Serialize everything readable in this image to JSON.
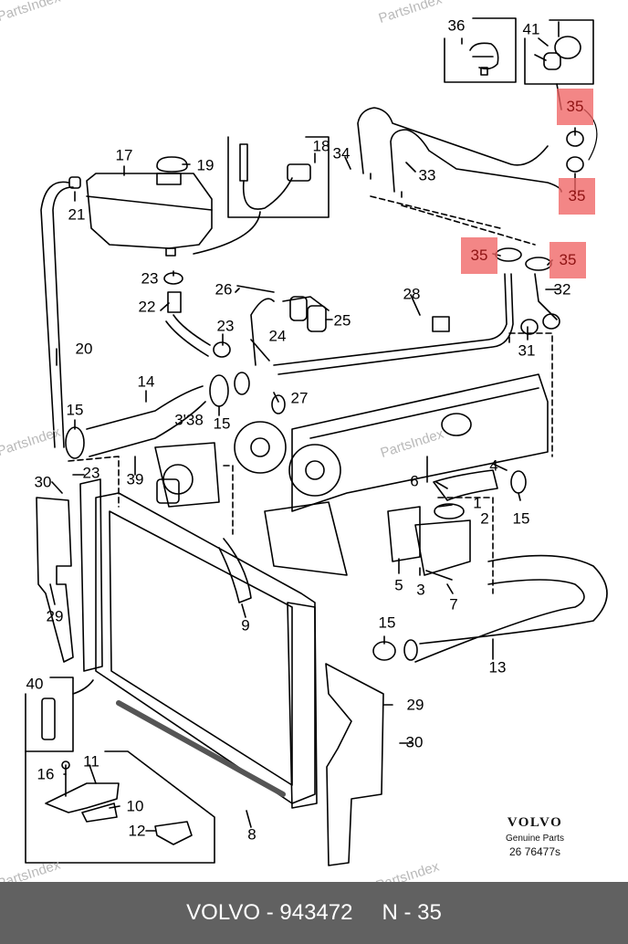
{
  "watermarks": [
    "PartsIndex",
    "PartsIndex",
    "PartsIndex",
    "PartsIndex",
    "PartsIndex",
    "PartsIndex"
  ],
  "callouts": [
    {
      "id": "36",
      "label": "36"
    },
    {
      "id": "41",
      "label": "41"
    },
    {
      "id": "18",
      "label": "18"
    },
    {
      "id": "34",
      "label": "34"
    },
    {
      "id": "17",
      "label": "17"
    },
    {
      "id": "19",
      "label": "19"
    },
    {
      "id": "21",
      "label": "21"
    },
    {
      "id": "33",
      "label": "33"
    },
    {
      "id": "23a",
      "label": "23"
    },
    {
      "id": "22",
      "label": "22"
    },
    {
      "id": "26",
      "label": "26"
    },
    {
      "id": "25",
      "label": "25"
    },
    {
      "id": "28",
      "label": "28"
    },
    {
      "id": "32",
      "label": "32"
    },
    {
      "id": "23b",
      "label": "23"
    },
    {
      "id": "24",
      "label": "24"
    },
    {
      "id": "20",
      "label": "20"
    },
    {
      "id": "31",
      "label": "31"
    },
    {
      "id": "14",
      "label": "14"
    },
    {
      "id": "27",
      "label": "27"
    },
    {
      "id": "15a",
      "label": "15"
    },
    {
      "id": "3738",
      "label": "3'38"
    },
    {
      "id": "15b",
      "label": "15"
    },
    {
      "id": "4",
      "label": "4"
    },
    {
      "id": "30a",
      "label": "30"
    },
    {
      "id": "23c",
      "label": "23"
    },
    {
      "id": "39",
      "label": "39"
    },
    {
      "id": "6",
      "label": "6"
    },
    {
      "id": "1",
      "label": "1"
    },
    {
      "id": "2",
      "label": "2"
    },
    {
      "id": "15c",
      "label": "15"
    },
    {
      "id": "5",
      "label": "5"
    },
    {
      "id": "3",
      "label": "3"
    },
    {
      "id": "7",
      "label": "7"
    },
    {
      "id": "29a",
      "label": "29"
    },
    {
      "id": "9",
      "label": "9"
    },
    {
      "id": "15d",
      "label": "15"
    },
    {
      "id": "13",
      "label": "13"
    },
    {
      "id": "40",
      "label": "40"
    },
    {
      "id": "29b",
      "label": "29"
    },
    {
      "id": "30b",
      "label": "30"
    },
    {
      "id": "11",
      "label": "11"
    },
    {
      "id": "16",
      "label": "16"
    },
    {
      "id": "10",
      "label": "10"
    },
    {
      "id": "12",
      "label": "12"
    },
    {
      "id": "8",
      "label": "8"
    }
  ],
  "highlighted": [
    {
      "label": "35"
    },
    {
      "label": "35"
    },
    {
      "label": "35"
    },
    {
      "label": "35"
    }
  ],
  "brand": {
    "logo": "VOLVO",
    "subtitle": "Genuine Parts",
    "code": "26 76477s"
  },
  "footer": {
    "part": "VOLVO - 943472",
    "position": "N - 35"
  }
}
